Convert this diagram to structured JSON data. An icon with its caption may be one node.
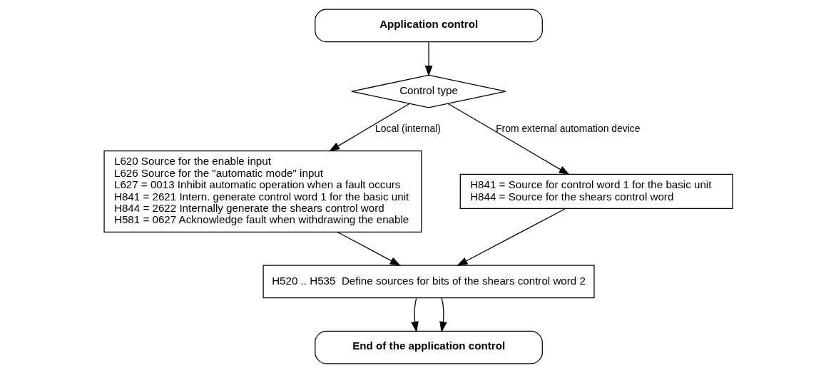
{
  "diagram": {
    "nodes": [
      {
        "text": [
          "Application control"
        ]
      },
      {
        "text": [
          "Control type"
        ]
      },
      {
        "text": [
          "L620 Source for the enable input",
          "L626 Source for the \"automatic mode\" input",
          "L627 = 0013 Inhibit automatic operation when a fault occurs",
          "H841 = 2621 Intern. generate control word 1 for the basic unit",
          "H844 = 2622 Internally generate the shears control word",
          "H581 = 0627 Acknowledge fault when withdrawing the enable"
        ]
      },
      {
        "text": [
          "H841 = Source for control word 1 for the basic unit",
          "H844 = Source for the shears control word"
        ]
      },
      {
        "text": [
          "H520 .. H535  Define sources for bits of the shears control word 2"
        ]
      },
      {
        "text": [
          "End of the application control"
        ]
      }
    ],
    "edges": [
      {
        "from": 0,
        "to": 1,
        "arrow": "to"
      },
      {
        "from": 1,
        "to": 2,
        "arrow": "to",
        "label": "Local (internal)"
      },
      {
        "from": 1,
        "to": 3,
        "arrow": "to",
        "label": "From external automation device"
      },
      {
        "from": 2,
        "to": 4,
        "arrow": "to"
      },
      {
        "from": 3,
        "to": 4,
        "arrow": "to"
      },
      {
        "from": 4,
        "to": 5,
        "arrow": "to"
      },
      {
        "from": 4,
        "to": 5,
        "arrow": "to"
      }
    ]
  }
}
